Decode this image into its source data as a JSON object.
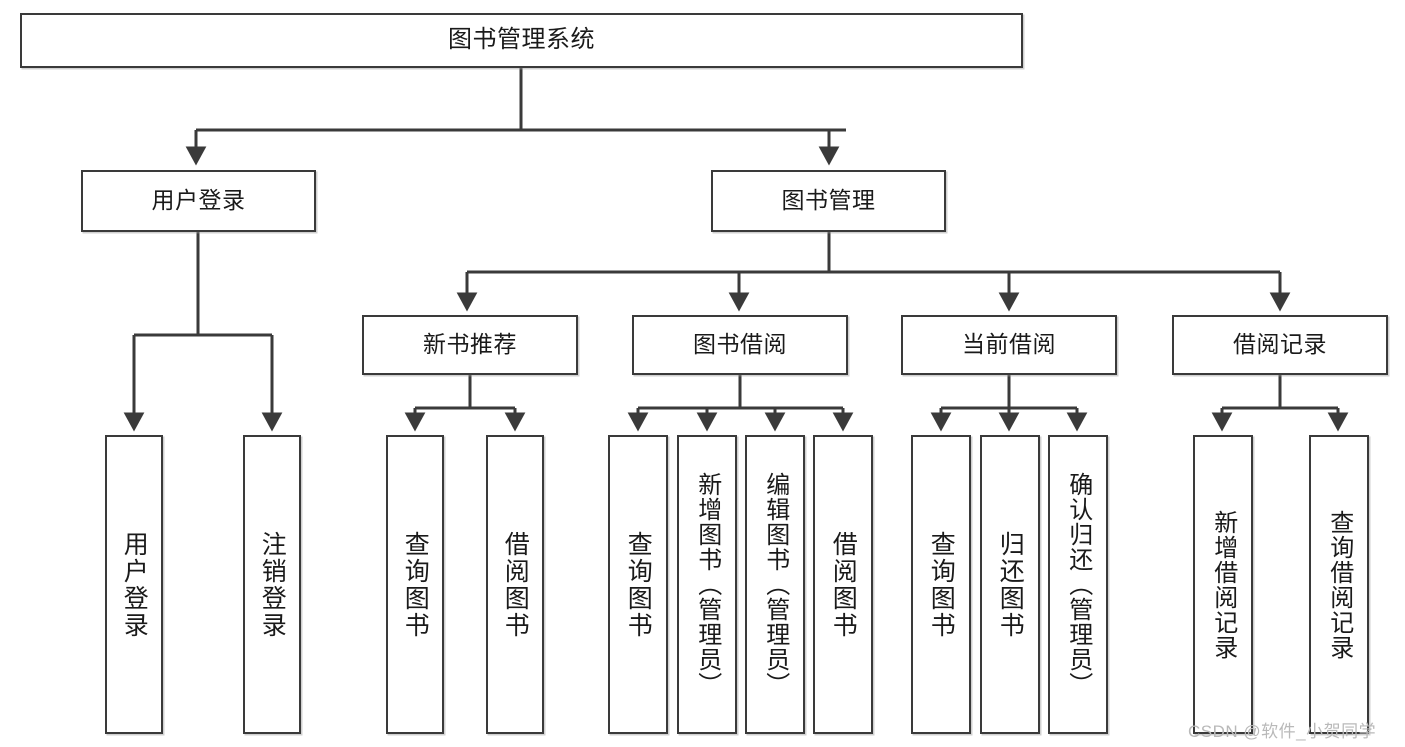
{
  "diagram": {
    "type": "tree-hierarchy",
    "root": {
      "label": "图书管理系统"
    },
    "level2": [
      {
        "label": "用户登录"
      },
      {
        "label": "图书管理"
      }
    ],
    "level3": [
      {
        "label": "新书推荐"
      },
      {
        "label": "图书借阅"
      },
      {
        "label": "当前借阅"
      },
      {
        "label": "借阅记录"
      }
    ],
    "leaves": {
      "user_login": [
        {
          "label": "用户登录"
        },
        {
          "label": "注销登录"
        }
      ],
      "new_book_recommend": [
        {
          "label": "查询图书"
        },
        {
          "label": "借阅图书"
        }
      ],
      "book_borrow": [
        {
          "label": "查询图书"
        },
        {
          "label": "新增图书（管理员）"
        },
        {
          "label": "编辑图书（管理员）"
        },
        {
          "label": "借阅图书"
        }
      ],
      "current_borrow": [
        {
          "label": "查询图书"
        },
        {
          "label": "归还图书"
        },
        {
          "label": "确认归还（管理员）"
        }
      ],
      "borrow_record": [
        {
          "label": "新增借阅记录"
        },
        {
          "label": "查询借阅记录"
        }
      ]
    }
  },
  "watermark": {
    "text": "CSDN @软件_小贺同学"
  },
  "colors": {
    "border": "#3a3a3a",
    "background": "#ffffff",
    "text": "#1a1a1a",
    "watermark": "#b9b9b9"
  }
}
